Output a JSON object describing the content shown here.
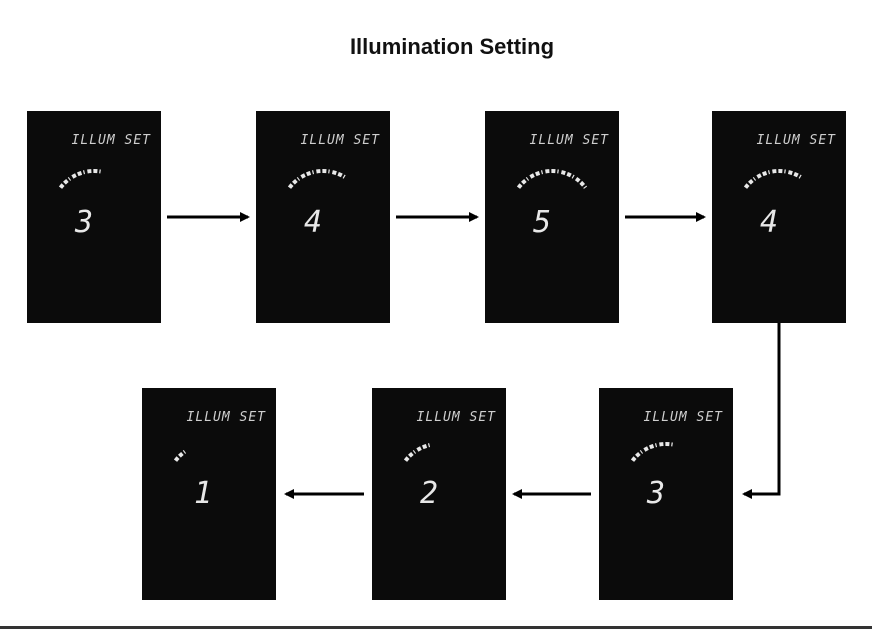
{
  "title": "Illumination Setting",
  "colors": {
    "panel": "#0b0b0b",
    "display": "#e8e8e8",
    "arrow": "#000000"
  },
  "panels": [
    {
      "label": "ILLUM SET",
      "value": "3",
      "level": 3
    },
    {
      "label": "ILLUM SET",
      "value": "4",
      "level": 4
    },
    {
      "label": "ILLUM SET",
      "value": "5",
      "level": 5
    },
    {
      "label": "ILLUM SET",
      "value": "4",
      "level": 4
    },
    {
      "label": "ILLUM SET",
      "value": "3",
      "level": 3
    },
    {
      "label": "ILLUM SET",
      "value": "2",
      "level": 2
    },
    {
      "label": "ILLUM SET",
      "value": "1",
      "level": 1
    }
  ]
}
